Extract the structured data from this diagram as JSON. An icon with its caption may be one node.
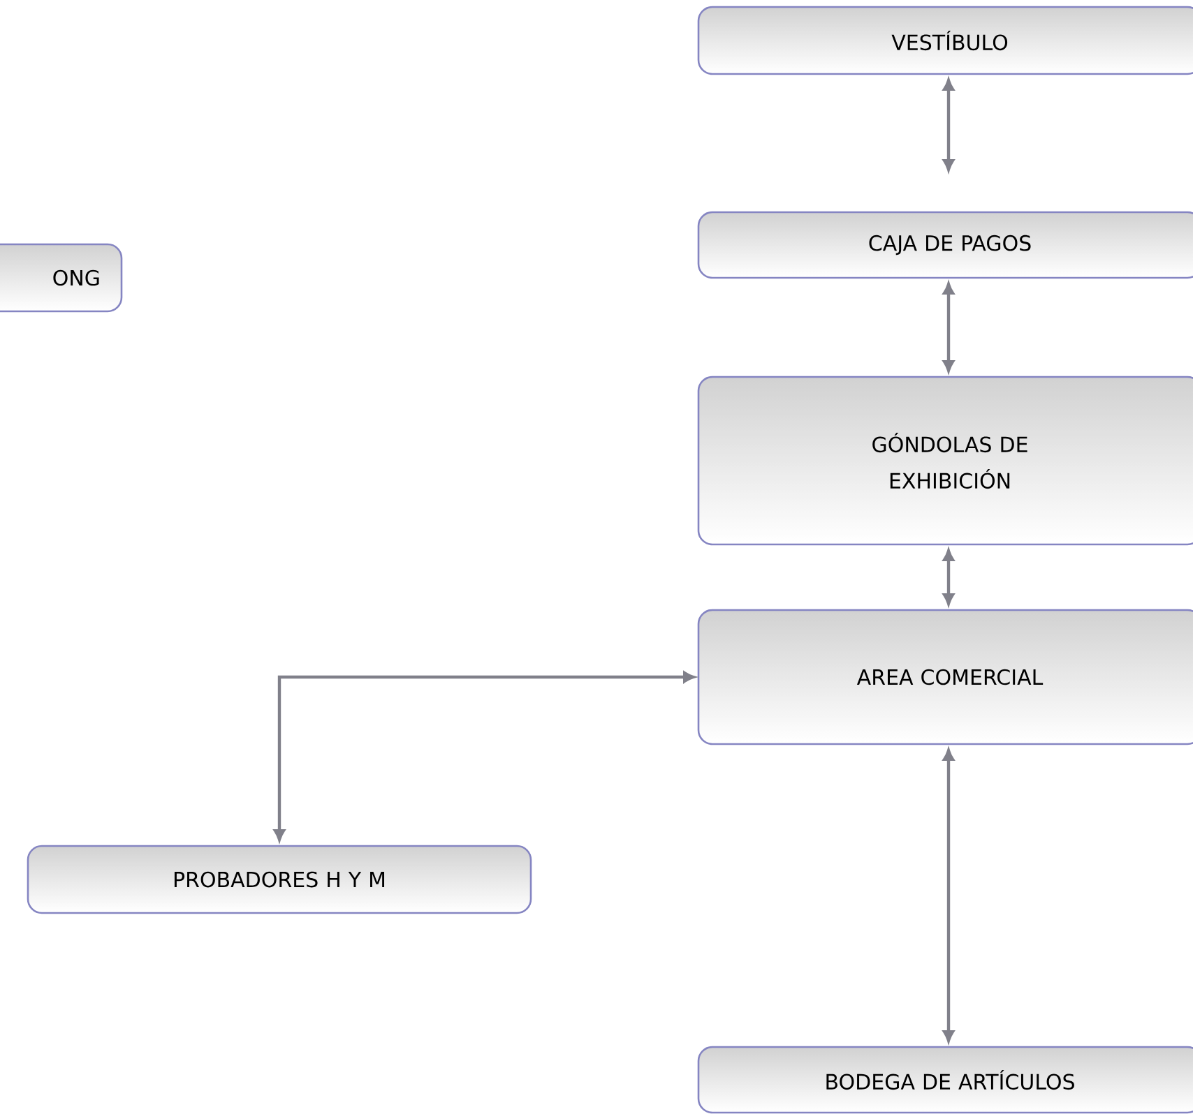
{
  "diagram": {
    "nodes": [
      {
        "text": [
          "VESTÍBULO"
        ]
      },
      {
        "text": [
          "CAJA DE PAGOS"
        ]
      },
      {
        "text": [
          "ONG"
        ]
      },
      {
        "text": [
          "GÓNDOLAS DE EXHIBICIÓN"
        ]
      },
      {
        "text": [
          "AREA COMERCIAL"
        ]
      },
      {
        "text": [
          "PROBADORES H Y M"
        ]
      },
      {
        "text": [
          "BODEGA DE ARTÍCULOS"
        ]
      }
    ],
    "edges": [
      {
        "from": 0,
        "to": 1,
        "arrow": "both"
      },
      {
        "from": 1,
        "to": 3,
        "arrow": "both"
      },
      {
        "from": 3,
        "to": 4,
        "arrow": "both"
      },
      {
        "from": 5,
        "to": 4,
        "arrow": "both"
      },
      {
        "from": 4,
        "to": 6,
        "arrow": "both"
      }
    ]
  }
}
